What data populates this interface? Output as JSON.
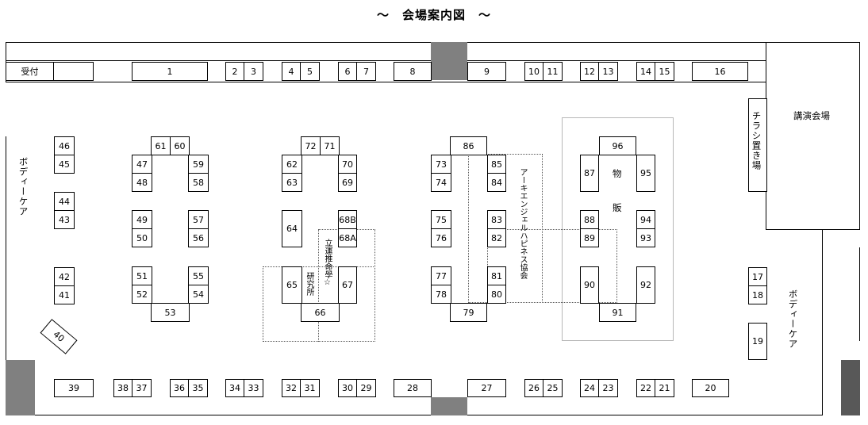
{
  "title": "〜　会場案内図　〜",
  "booths": [
    "1",
    "2",
    "3",
    "4",
    "5",
    "6",
    "7",
    "8",
    "9",
    "10",
    "11",
    "12",
    "13",
    "14",
    "15",
    "16",
    "17",
    "18",
    "19",
    "20",
    "21",
    "22",
    "23",
    "24",
    "25",
    "26",
    "27",
    "28",
    "29",
    "30",
    "31",
    "32",
    "33",
    "34",
    "35",
    "36",
    "37",
    "38",
    "39",
    "40",
    "41",
    "42",
    "43",
    "44",
    "45",
    "46",
    "47",
    "48",
    "49",
    "50",
    "51",
    "52",
    "53",
    "54",
    "55",
    "56",
    "57",
    "58",
    "59",
    "60",
    "61",
    "62",
    "63",
    "64",
    "65",
    "66",
    "67",
    "68A",
    "68B",
    "69",
    "70",
    "71",
    "72",
    "73",
    "74",
    "75",
    "76",
    "77",
    "78",
    "79",
    "80",
    "81",
    "82",
    "83",
    "84",
    "85",
    "86",
    "87",
    "88",
    "89",
    "90",
    "91",
    "92",
    "93",
    "94",
    "95",
    "96"
  ],
  "labels": {
    "reception": "受付",
    "lecture_hall": "講演会場",
    "flyer_area": "チラシ置き場",
    "body_care_left": "ボディーケア",
    "body_care_right": "ボディーケア",
    "archi_engel": "アーキエンジェルハピネス協会",
    "merch_1": "物",
    "merch_2": "販",
    "ritsuun_1": "立運推命學☆",
    "ritsuun_2": "研究所"
  }
}
